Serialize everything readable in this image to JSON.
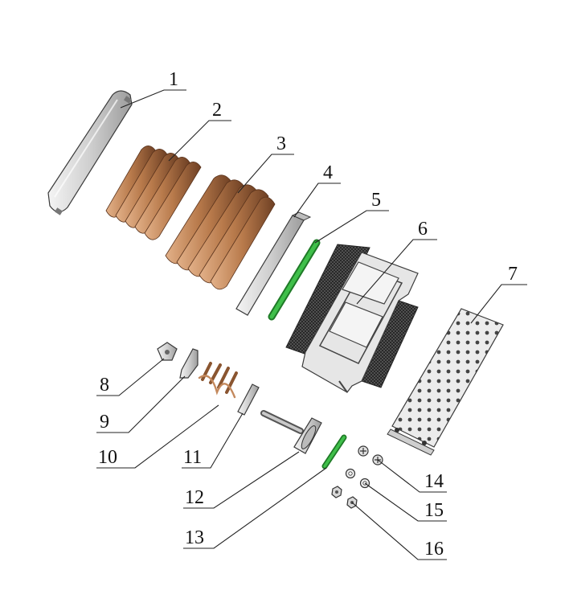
{
  "diagram": {
    "callouts": [
      "1",
      "2",
      "3",
      "4",
      "5",
      "6",
      "7",
      "8",
      "9",
      "10",
      "11",
      "12",
      "13",
      "14",
      "15",
      "16"
    ]
  },
  "colors": {
    "copper": "#b87a4b",
    "copper_dark": "#7a4a2a",
    "green": "#2fa13a",
    "steel": "#d9d9d9",
    "steel_dark": "#8a8a8a",
    "line": "#222222"
  }
}
